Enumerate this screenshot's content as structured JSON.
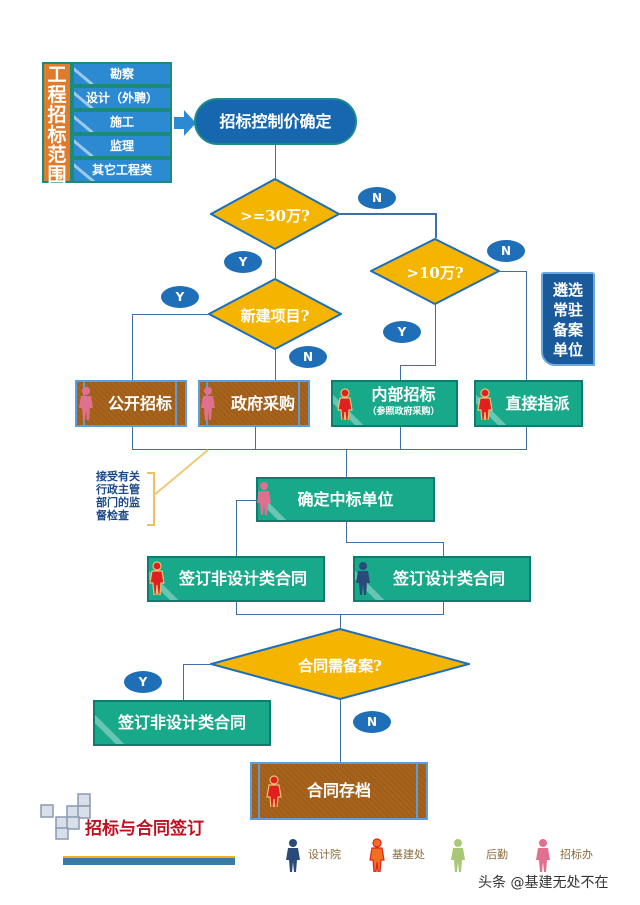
{
  "scope": {
    "title_chars": [
      "工",
      "程",
      "招",
      "标",
      "范",
      "围"
    ],
    "items": [
      "勘察",
      "设计（外聘）",
      "施工",
      "监理",
      "其它工程类"
    ]
  },
  "start": "招标控制价确定",
  "decisions": {
    "d1": ">=30万?",
    "d2": ">10万?",
    "d3": "新建项目?",
    "d4": "合同需备案?"
  },
  "yn": {
    "y": "Y",
    "n": "N"
  },
  "banner": "遴选常驻备案单位",
  "methods": {
    "open": "公开招标",
    "gov": "政府采购",
    "internal": "内部招标",
    "internal_sub": "（参照政府采购）",
    "direct": "直接指派"
  },
  "note": "接受有关行政主管部门的监督检查",
  "winner": "确定中标单位",
  "contracts": {
    "nondesign": "签订非设计类合同",
    "design": "签订设计类合同",
    "nondesign2": "签订非设计类合同"
  },
  "archive": "合同存档",
  "footer_title": "招标与合同签订",
  "legend": [
    {
      "label": "设计院",
      "color": "#2a4a7a"
    },
    {
      "label": "基建处",
      "color": "#f07020"
    },
    {
      "label": "后勤",
      "color": "#a8c878"
    },
    {
      "label": "招标办",
      "color": "#e07090"
    }
  ],
  "watermark": "头条 @基建无处不在"
}
